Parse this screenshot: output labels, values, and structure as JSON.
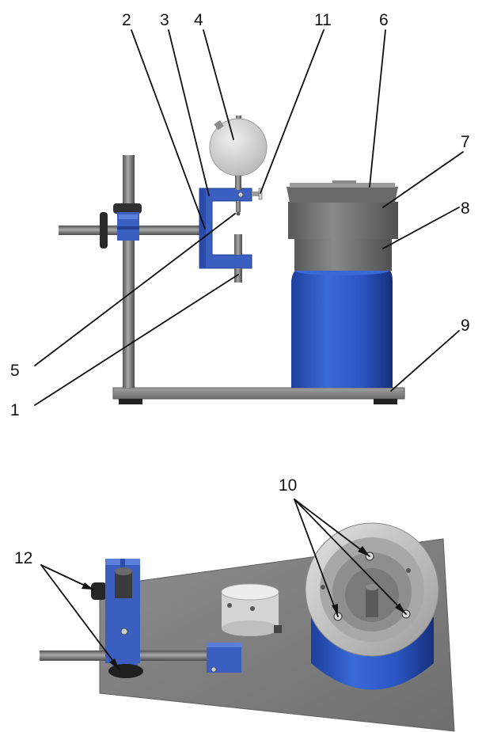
{
  "labels": {
    "l1": "1",
    "l2": "2",
    "l3": "3",
    "l4": "4",
    "l5": "5",
    "l6": "6",
    "l7": "7",
    "l8": "8",
    "l9": "9",
    "l10": "10",
    "l11": "11",
    "l12": "12"
  },
  "colors": {
    "bracket_blue": "#3a5fc0",
    "container_blue": "#2f5fc8",
    "gray": "#7a7a7a",
    "base_plate": "#8a8a8a"
  }
}
